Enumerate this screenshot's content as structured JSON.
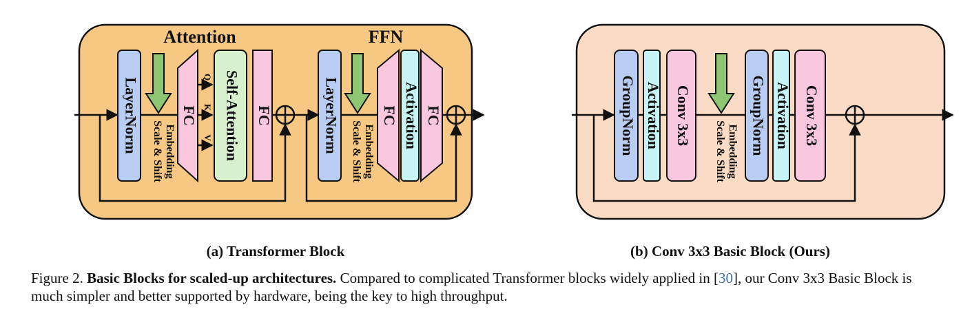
{
  "left_block": {
    "attention_title": "Attention",
    "ffn_title": "FFN",
    "layernorm": "LayerNorm",
    "embedding_line1": "Embedding",
    "embedding_line2": "Scale & Shift",
    "fc": "FC",
    "q": "Q",
    "k": "K",
    "v": "V",
    "self_attention": "Self-Attention",
    "activation": "Activation",
    "caption": "(a) Transformer Block"
  },
  "right_block": {
    "groupnorm": "GroupNorm",
    "activation": "Activation",
    "conv": "Conv 3x3",
    "embedding_line1": "Embedding",
    "embedding_line2": "Scale & Shift",
    "caption": "(b) Conv 3x3 Basic Block (Ours)"
  },
  "figure_caption": {
    "prefix": "Figure 2.",
    "bold": "Basic Blocks for scaled-up architectures.",
    "text_before_ref": "Compared to complicated Transformer blocks widely applied in [",
    "ref": "30",
    "text_after_ref": "], our Conv 3x3 Basic Block is much simpler and better supported by hardware, being the key to high throughput."
  },
  "colors": {
    "left_bg": "#f7c784",
    "right_bg": "#fadcc6",
    "norm_blue": "#b9cdf2",
    "fc_pink": "#f9c8de",
    "self_attention_green": "#d9f0cf",
    "activation_cyan": "#c7f3f5",
    "conv_pink": "#f9c8de",
    "arrow_green": "#8fc673",
    "ref_blue": "#3a6fb0"
  }
}
